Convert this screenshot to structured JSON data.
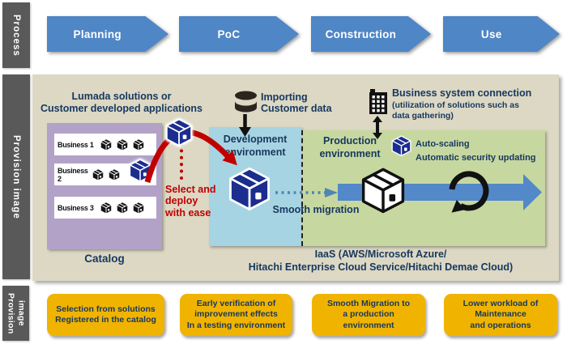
{
  "process": {
    "label": "Process",
    "steps": [
      "Planning",
      "PoC",
      "Construction",
      "Use"
    ]
  },
  "main": {
    "side_label": "Provision image",
    "heading": "Lumada solutions or\nCustomer developed applications",
    "catalog": {
      "items": [
        "Business 1",
        "Business 2",
        "Business 3"
      ],
      "caption": "Catalog"
    },
    "select_note": "Select and\ndeploy\nwith ease",
    "importing_label": "Importing\nCustomer data",
    "dev_env_label": "Development\nenvironment",
    "prod_env_label": "Production\nenvironment",
    "business_connection_title": "Business system connection",
    "business_connection_sub": "(utilization of solutions such as\ndata gathering)",
    "auto_scaling_label": "Auto-scaling\nAutomatic security updating",
    "smooth_migration_label": "Smooth migration",
    "iaas_label": "IaaS (AWS/Microsoft Azure/\nHitachi Enterprise Cloud Service/Hitachi Demae Cloud)"
  },
  "benefits": {
    "side_label": "Provision\nimage",
    "items": [
      "Selection from solutions\nRegistered in the catalog",
      "Early verification of\nimprovement effects\nIn a testing environment",
      "Smooth Migration to\na production\nenvironment",
      "Lower workload of\nMaintenance\nand operations"
    ]
  },
  "icons": {
    "cube": "application-package-3d-box",
    "database": "customer-data-cylinder",
    "building": "business-system-building",
    "cycle": "auto-update-circular-arrow",
    "red_arrow": "select-deploy-curved-arrow",
    "dotted_arrow": "smooth-migration-dotted-arrow",
    "flow_arrow": "production-flow-arrow",
    "down_arrow": "import-down-arrow",
    "updown_arrow": "connection-double-arrow"
  },
  "colors": {
    "step_blue": "#4E86C6",
    "panel_beige": "#DCD8C4",
    "side_gray": "#595959",
    "catalog_purple": "#B2A2C7",
    "dev_blue": "#A7D4E2",
    "prod_green": "#C6D8A0",
    "benefit_yellow": "#F0B400",
    "text_navy": "#17375E",
    "accent_red": "#C00000",
    "cube_navy": "#1B2D8F"
  }
}
